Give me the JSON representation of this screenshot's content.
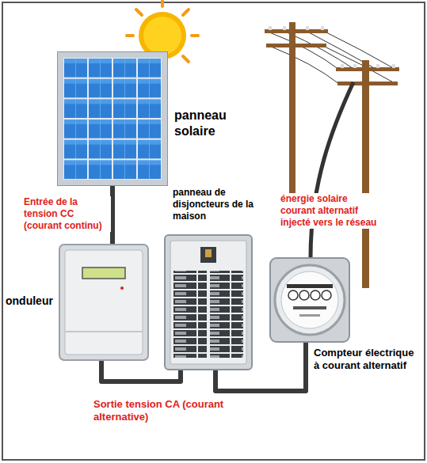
{
  "diagram": {
    "nodes": [
      {
        "text": [
          "panneau solaire"
        ]
      },
      {
        "text": [
          "onduleur"
        ]
      },
      {
        "text": [
          "panneau de disjoncteurs de la maison"
        ]
      },
      {
        "text": [
          "Compteur électrique à courant alternatif"
        ]
      }
    ],
    "edges": [
      {
        "from": 0,
        "to": 1,
        "arrow": "none",
        "label": "Entrée de la tension CC (courant continu)"
      },
      {
        "from": 1,
        "to": 2,
        "arrow": "none",
        "label": "Sortie tension CA (courant alternative)"
      },
      {
        "from": 2,
        "to": 3,
        "arrow": "none"
      }
    ],
    "labels": [
      "énergie solaire courant alternatif injecté vers le réseau"
    ]
  }
}
